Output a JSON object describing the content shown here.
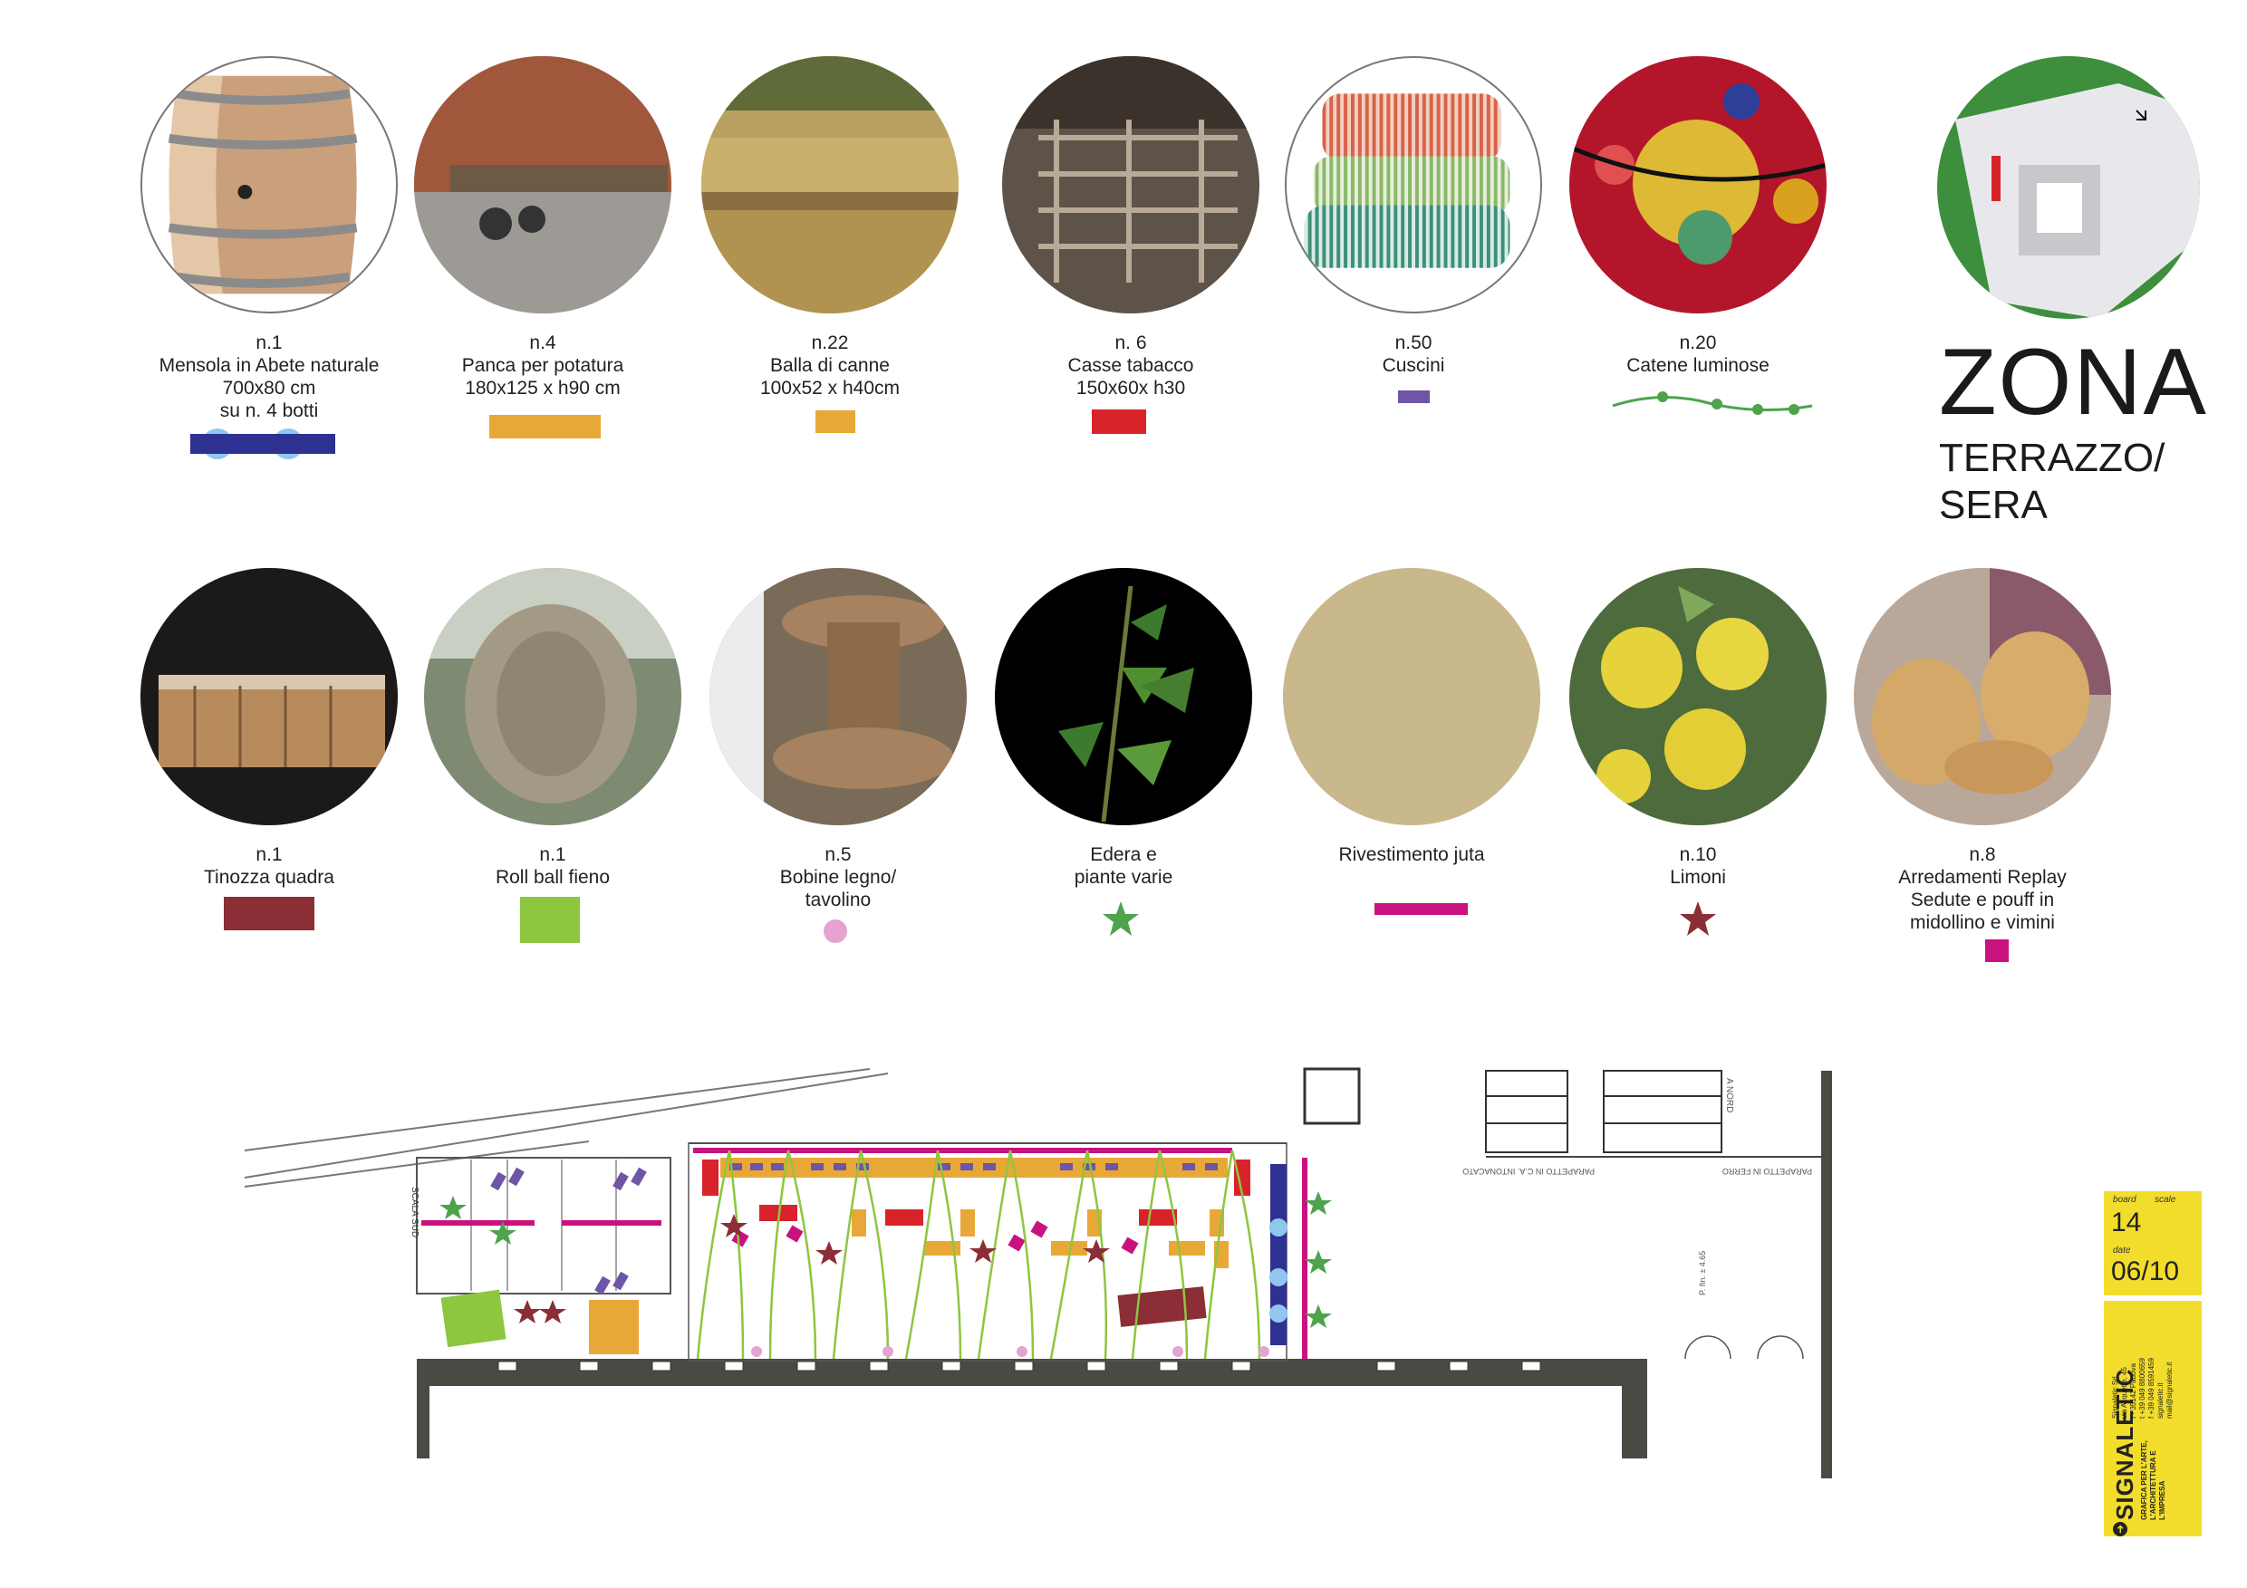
{
  "items_row1": [
    {
      "id": "botti",
      "lines": [
        "n.1",
        "Mensola in Abete naturale",
        "700x80 cm",
        "su  n. 4 botti"
      ],
      "legend": "bar-blue-circles"
    },
    {
      "id": "panca",
      "lines": [
        "n.4",
        "Panca per potatura",
        "180x125 x h90 cm"
      ],
      "legend": "rect-orange"
    },
    {
      "id": "balla",
      "lines": [
        "n.22",
        "Balla di canne",
        "100x52 x h40cm"
      ],
      "legend": "rect-orange-small"
    },
    {
      "id": "casse",
      "lines": [
        "n. 6",
        "Casse tabacco",
        "150x60x h30"
      ],
      "legend": "rect-red"
    },
    {
      "id": "cuscini",
      "lines": [
        "n.50",
        "Cuscini"
      ],
      "legend": "rect-purple"
    },
    {
      "id": "catene",
      "lines": [
        "n.20",
        "Catene luminose"
      ],
      "legend": "garland-green"
    }
  ],
  "items_row2": [
    {
      "id": "tinozza",
      "lines": [
        "n.1",
        "Tinozza quadra"
      ],
      "legend": "rect-maroon"
    },
    {
      "id": "roll",
      "lines": [
        "n.1",
        "Roll ball fieno"
      ],
      "legend": "rect-lime"
    },
    {
      "id": "bobine",
      "lines": [
        "n.5",
        "Bobine legno/",
        "tavolino"
      ],
      "legend": "circle-pink"
    },
    {
      "id": "edera",
      "lines": [
        "Edera e",
        "piante varie"
      ],
      "legend": "star-green"
    },
    {
      "id": "juta",
      "lines": [
        "Rivestimento juta"
      ],
      "legend": "line-magenta"
    },
    {
      "id": "limoni",
      "lines": [
        "n.10",
        "Limoni"
      ],
      "legend": "star-maroon"
    },
    {
      "id": "replay",
      "lines": [
        "n.8",
        "Arredamenti Replay",
        "Sedute e pouff in",
        "midollino e vimini"
      ],
      "legend": "square-magenta"
    }
  ],
  "title": {
    "line1": "ZONA",
    "line2": "TERRAZZO/",
    "line3": "SERA"
  },
  "plan_labels": {
    "scala_sud": "SCALA SUD",
    "nord": "A NORD",
    "parapetto_ca": "PARAPETTO IN C.A. INTONACATO",
    "parapetto_ferro": "PARAPETTO IN FERRO",
    "quota": "P. fin. ± 4.65"
  },
  "board": {
    "board_label": "board",
    "scale_label": "scale",
    "board_number": "14",
    "date_label": "date",
    "date_value": "06/10"
  },
  "brand": {
    "logo": "SIGNALETIC",
    "tagline": "GRAFICA PER L'ARTE, L'ARCHITETTURA E L'IMPRESA",
    "address": "Signaletic Srl\nvia Acquette, 45\nI - 35142 Padova\nt +39 049 8800659\nf +39 049 8591459\nsignaletic.it\nmail@signaletic.it"
  },
  "colors": {
    "blue": "#2e3192",
    "light_blue": "#8fc7ee",
    "orange": "#e8a838",
    "red": "#d9232a",
    "purple": "#6e55a5",
    "green": "#4ea34d",
    "maroon": "#8b2e35",
    "lime": "#8dc63f",
    "pink": "#e4a4cf",
    "magenta": "#c8127f",
    "yellow": "#f2dd2c"
  }
}
